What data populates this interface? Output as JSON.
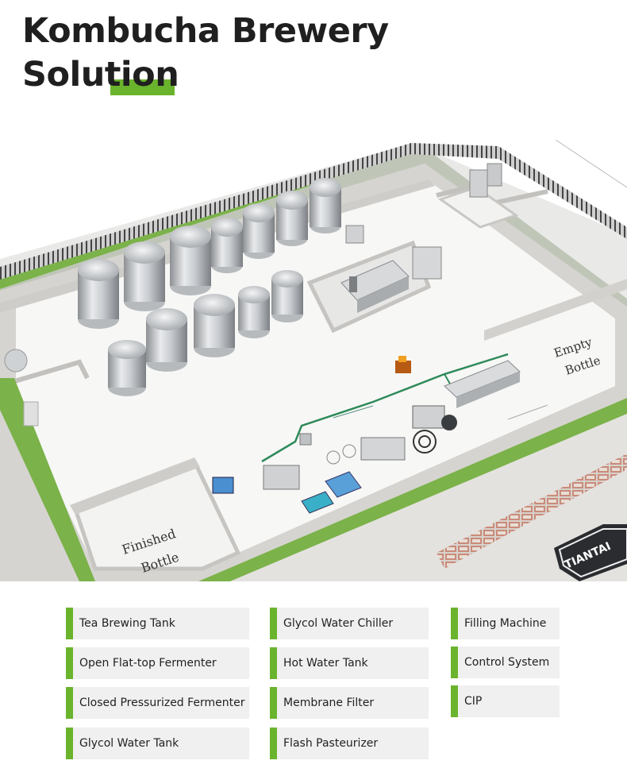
{
  "header": {
    "title_line1": "Kombucha Brewery",
    "title_line2": "Solution",
    "accent_color": "#6ab42d"
  },
  "plan": {
    "labels": {
      "empty_bottle": [
        "Empty",
        "Bottle"
      ],
      "finished_bottle": [
        "Finished",
        "Bottle"
      ],
      "logo": "TIANTAI"
    }
  },
  "legend": {
    "columns": [
      [
        "Tea Brewing Tank",
        "Open Flat-top Fermenter",
        "Closed Pressurized Fermenter",
        "Glycol Water Tank"
      ],
      [
        "Glycol Water Chiller",
        "Hot Water Tank",
        "Membrane Filter",
        "Flash Pasteurizer"
      ],
      [
        "Filling Machine",
        "Control System",
        "CIP"
      ]
    ]
  }
}
